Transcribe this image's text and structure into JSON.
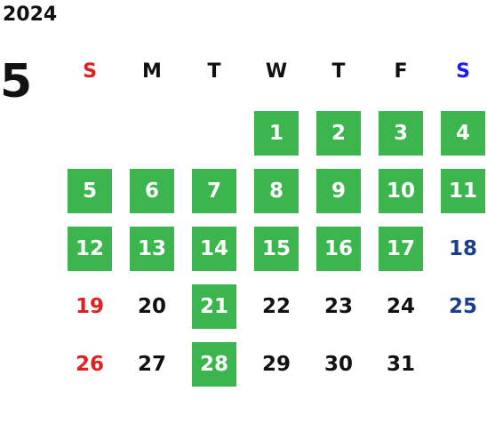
{
  "calendar": {
    "year": "2024",
    "month": "5",
    "weekdays": [
      {
        "label": "S",
        "color": "#e02020"
      },
      {
        "label": "M",
        "color": "#111111"
      },
      {
        "label": "T",
        "color": "#111111"
      },
      {
        "label": "W",
        "color": "#111111"
      },
      {
        "label": "T",
        "color": "#111111"
      },
      {
        "label": "F",
        "color": "#111111"
      },
      {
        "label": "S",
        "color": "#1a1aff"
      }
    ],
    "highlight_color": "#3cb54f",
    "weeks": [
      [
        {
          "day": "",
          "highlight": false
        },
        {
          "day": "",
          "highlight": false
        },
        {
          "day": "",
          "highlight": false
        },
        {
          "day": "1",
          "highlight": true
        },
        {
          "day": "2",
          "highlight": true
        },
        {
          "day": "3",
          "highlight": true
        },
        {
          "day": "4",
          "highlight": true
        }
      ],
      [
        {
          "day": "5",
          "highlight": true
        },
        {
          "day": "6",
          "highlight": true
        },
        {
          "day": "7",
          "highlight": true
        },
        {
          "day": "8",
          "highlight": true
        },
        {
          "day": "9",
          "highlight": true
        },
        {
          "day": "10",
          "highlight": true
        },
        {
          "day": "11",
          "highlight": true
        }
      ],
      [
        {
          "day": "12",
          "highlight": true
        },
        {
          "day": "13",
          "highlight": true
        },
        {
          "day": "14",
          "highlight": true
        },
        {
          "day": "15",
          "highlight": true
        },
        {
          "day": "16",
          "highlight": true
        },
        {
          "day": "17",
          "highlight": true
        },
        {
          "day": "18",
          "highlight": false
        }
      ],
      [
        {
          "day": "19",
          "highlight": false
        },
        {
          "day": "20",
          "highlight": false
        },
        {
          "day": "21",
          "highlight": true
        },
        {
          "day": "22",
          "highlight": false
        },
        {
          "day": "23",
          "highlight": false
        },
        {
          "day": "24",
          "highlight": false
        },
        {
          "day": "25",
          "highlight": false
        }
      ],
      [
        {
          "day": "26",
          "highlight": false
        },
        {
          "day": "27",
          "highlight": false
        },
        {
          "day": "28",
          "highlight": true
        },
        {
          "day": "29",
          "highlight": false
        },
        {
          "day": "30",
          "highlight": false
        },
        {
          "day": "31",
          "highlight": false
        },
        {
          "day": "",
          "highlight": false
        }
      ]
    ]
  }
}
